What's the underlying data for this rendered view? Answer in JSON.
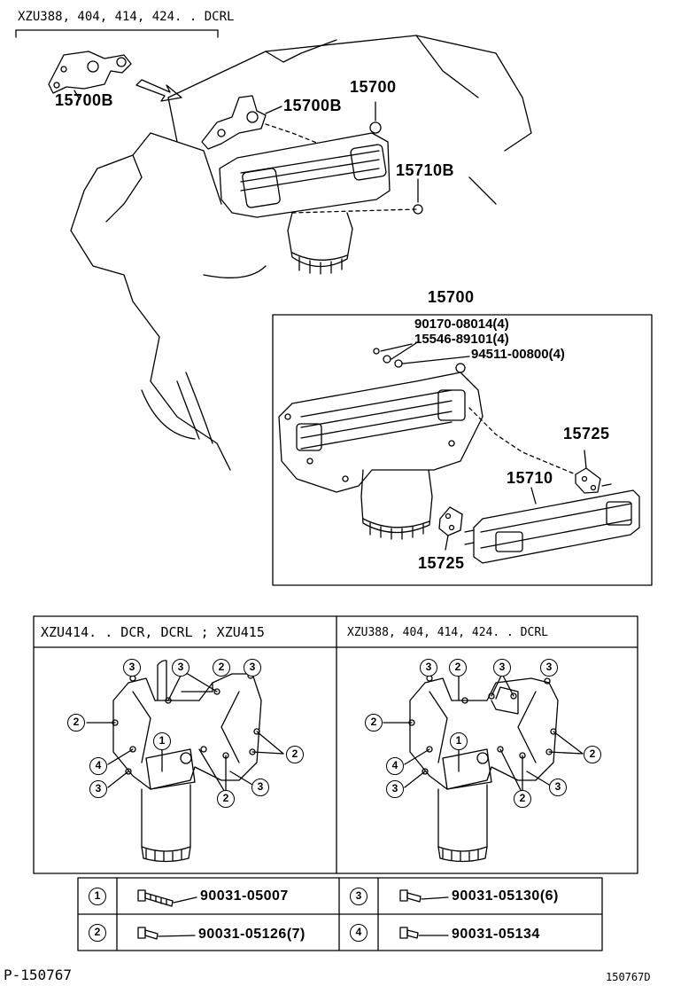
{
  "header_variant": "XZU388, 404, 414, 424. . DCRL",
  "labels": {
    "l_15700B_a": "15700B",
    "l_15700B_b": "15700B",
    "l_15700_top": "15700",
    "l_15710B": "15710B",
    "l_15700_detail": "15700",
    "l_15725_a": "15725",
    "l_15710": "15710",
    "l_15725_b": "15725"
  },
  "detail_parts": [
    "90170-08014(4)",
    "15546-89101(4)",
    "94511-00800(4)"
  ],
  "panel_left_title": "XZU414. . DCR, DCRL ; XZU415",
  "panel_right_title": "XZU388, 404, 414, 424. . DCRL",
  "callout_keys": [
    "1",
    "2",
    "3",
    "4"
  ],
  "bolt_table": [
    {
      "key": "1",
      "part": "90031-05007"
    },
    {
      "key": "3",
      "part": "90031-05130(6)"
    },
    {
      "key": "2",
      "part": "90031-05126(7)"
    },
    {
      "key": "4",
      "part": "90031-05134"
    }
  ],
  "footer_left": "P-150767",
  "footer_right": "150767D"
}
